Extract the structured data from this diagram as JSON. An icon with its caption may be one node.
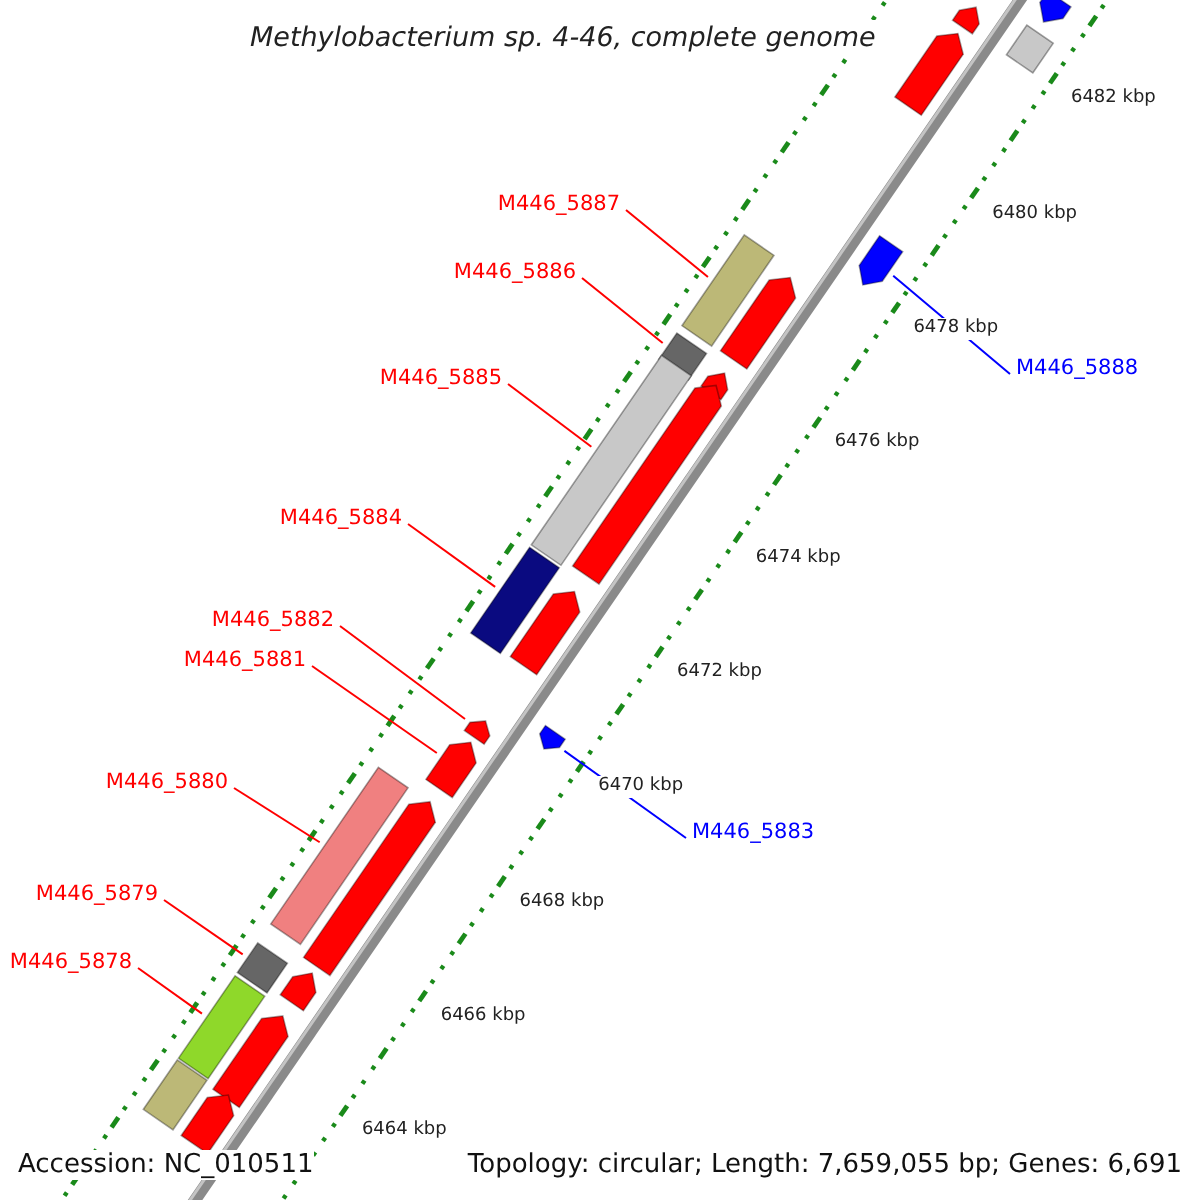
{
  "diagram": {
    "title": "Methylobacterium sp. 4-46, complete genome",
    "nodes": [
      {
        "text": [
          "M446_5887"
        ]
      },
      {
        "text": [
          "M446_5886"
        ]
      },
      {
        "text": [
          "M446_5888"
        ]
      },
      {
        "text": [
          "M446_5885"
        ]
      },
      {
        "text": [
          "M446_5884"
        ]
      },
      {
        "text": [
          "M446_5882"
        ]
      },
      {
        "text": [
          "M446_5881"
        ]
      },
      {
        "text": [
          "M446_5883"
        ]
      },
      {
        "text": [
          "M446_5880"
        ]
      },
      {
        "text": [
          "M446_5879"
        ]
      },
      {
        "text": [
          "M446_5878"
        ]
      },
      {
        "text": [],
        "shape": "box"
      },
      {
        "text": [],
        "shape": "box"
      },
      {
        "text": [],
        "shape": "pentagon"
      },
      {
        "text": [],
        "shape": "box"
      },
      {
        "text": [],
        "shape": "box"
      },
      {
        "text": [],
        "shape": "pentagon"
      },
      {
        "text": [],
        "shape": "pentagon"
      },
      {
        "text": [],
        "shape": "pentagon"
      },
      {
        "text": [],
        "shape": "box"
      },
      {
        "text": [],
        "shape": "box"
      },
      {
        "text": [],
        "shape": "box"
      },
      {
        "text": [],
        "shape": "pentagon"
      },
      {
        "text": [],
        "shape": "box"
      },
      {
        "text": [],
        "shape": "pentagon"
      },
      {
        "text": [],
        "shape": "pentagon"
      },
      {
        "text": [],
        "shape": "pentagon"
      },
      {
        "text": [],
        "shape": "pentagon"
      },
      {
        "text": [],
        "shape": "pentagon"
      },
      {
        "text": [],
        "shape": "pentagon"
      },
      {
        "text": [],
        "shape": "pentagon"
      },
      {
        "text": [],
        "shape": "pentagon"
      },
      {
        "text": [],
        "shape": "pentagon"
      },
      {
        "text": [],
        "shape": "pentagon"
      },
      {
        "text": [],
        "shape": "box"
      }
    ],
    "edges": [
      {
        "from": 0,
        "to": 11,
        "arrow": "none"
      },
      {
        "from": 1,
        "to": 12,
        "arrow": "none"
      },
      {
        "from": 2,
        "to": 13,
        "arrow": "none",
        "color": "#0000ff"
      },
      {
        "from": 3,
        "to": 14,
        "arrow": "none"
      },
      {
        "from": 4,
        "to": 15,
        "arrow": "none"
      },
      {
        "from": 5,
        "to": 16,
        "arrow": "none"
      },
      {
        "from": 6,
        "to": 17,
        "arrow": "none"
      },
      {
        "from": 7,
        "to": 18,
        "arrow": "none",
        "color": "#0000ff"
      },
      {
        "from": 8,
        "to": 19,
        "arrow": "none"
      },
      {
        "from": 9,
        "to": 20,
        "arrow": "none"
      },
      {
        "from": 10,
        "to": 21,
        "arrow": "none"
      }
    ],
    "labels": [
      "6482 kbp",
      "6480 kbp",
      "6478 kbp",
      "6476 kbp",
      "6474 kbp",
      "6472 kbp",
      "6470 kbp",
      "6468 kbp",
      "6466 kbp",
      "6464 kbp",
      "Accession: NC_010511",
      "Topology: circular; Length: 7,659,055 bp; Genes: 6,691"
    ]
  }
}
